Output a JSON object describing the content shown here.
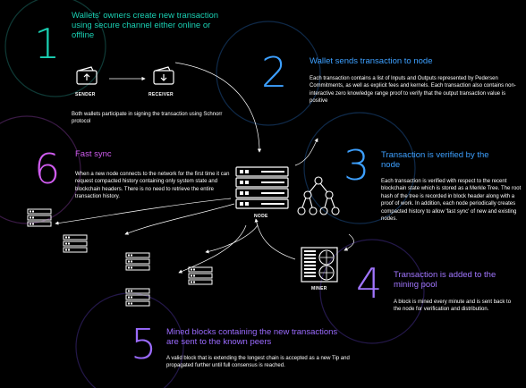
{
  "steps": [
    {
      "number": "1",
      "title": "Wallets' owners create new transaction using secure channel either online or offline",
      "text": "Both wallets participate in signing the transaction using Schnorr protocol"
    },
    {
      "number": "2",
      "title": "Wallet sends transaction to node",
      "text": "Each transaction contains a list of Inputs and Outputs represented by Pedersen Commitments, as well as explicit fees and kernels. Each transaction also contains non-interactive zero knowledge range proof to verify that the output transaction value is positive"
    },
    {
      "number": "3",
      "title": "Transaction is verified by the node",
      "text": "Each transaction is verified with respect to the recent blockchain state which is stored as a Merkle Tree. The root hash of the tree is recorded in block header along with a proof of work. In addition, each node periodically creates compacted history to allow 'fast sync' of new and existing nodes."
    },
    {
      "number": "4",
      "title": "Transaction is added to the mining pool",
      "text": "A block is mined every minute and is sent back to the node for verification and distribution."
    },
    {
      "number": "5",
      "title": "Mined blocks containing the new transactions are sent to the known peers",
      "text": "A valid block that is extending the longest chain is accepted as a new Tip and propagated further until full consensus is reached."
    },
    {
      "number": "6",
      "title": "Fast sync",
      "text": "When a new node connects to the network for the first time it can request compacted history containing only system state and blockchain headers. There is no need to retrieve the entire transaction history."
    }
  ],
  "labels": {
    "sender": "SENDER",
    "receiver": "RECEIVER",
    "node": "NODE",
    "miner": "MINER"
  },
  "colors": {
    "background": "#000000",
    "step1": "#1ad0b3",
    "step2": "#3da0ff",
    "step3": "#3da0ff",
    "step4": "#a176ff",
    "step5": "#9b6bff",
    "step6": "#d05cf0"
  }
}
